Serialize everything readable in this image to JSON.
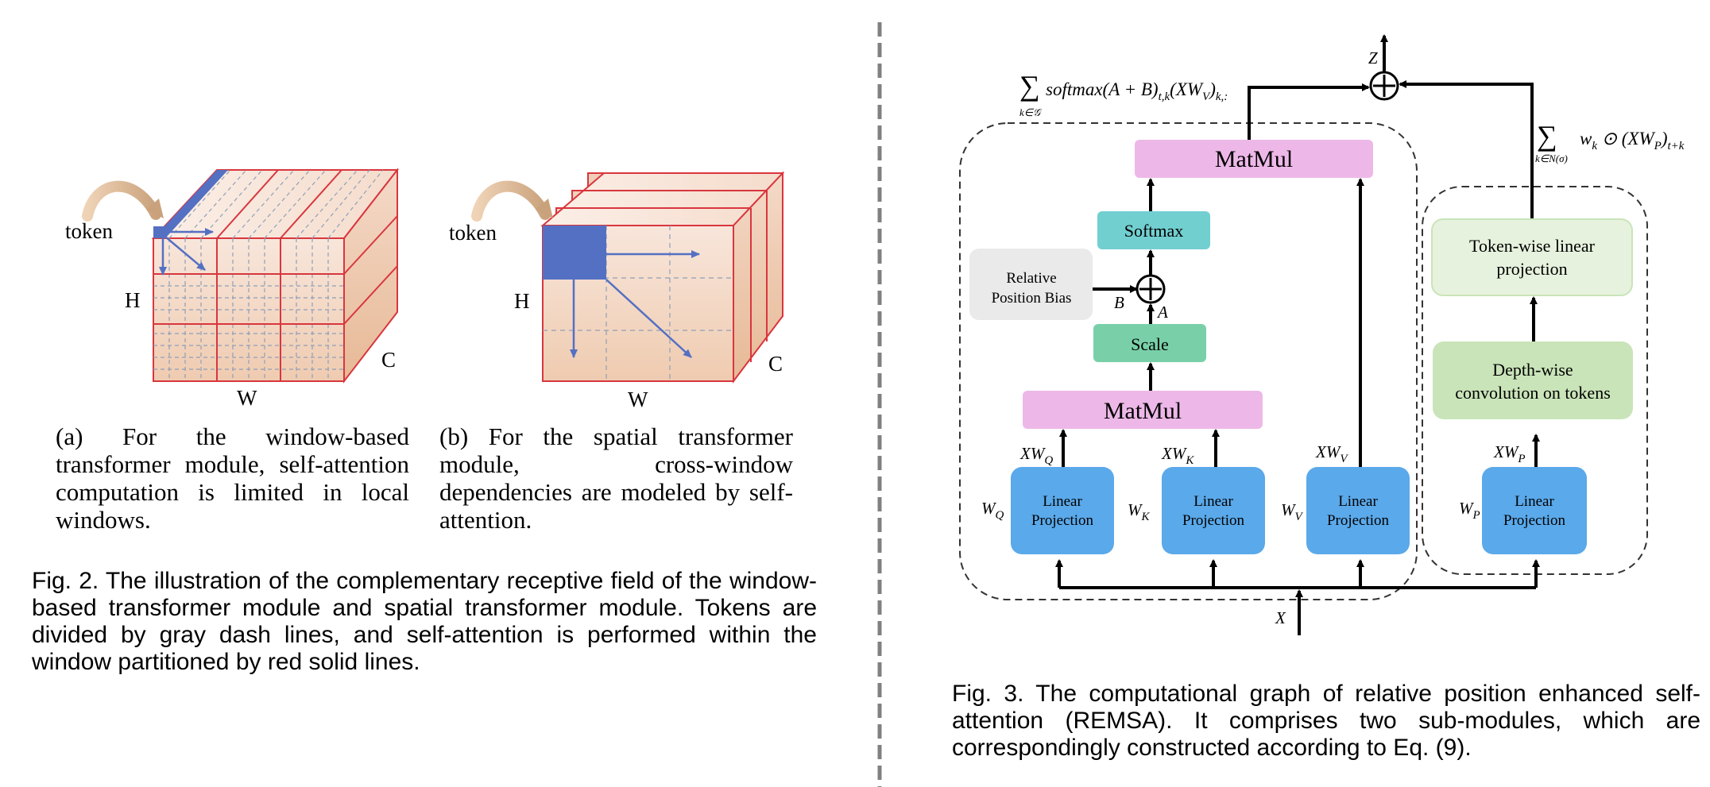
{
  "left_figure": {
    "cube_a": {
      "token_label": "token",
      "h_label": "H",
      "w_label": "W",
      "c_label": "C"
    },
    "cube_b": {
      "token_label": "token",
      "h_label": "H",
      "w_label": "W",
      "c_label": "C"
    },
    "subcaption_a": "(a) For the window-based transformer module, self-attention computation is limited in local windows.",
    "subcaption_b": "(b) For the spatial transformer module, cross-window dependencies are modeled by self-attention.",
    "caption": "Fig. 2. The illustration of the complementary receptive field of the window-based transformer module and spatial transformer module. Tokens are divided by gray dash lines, and self-attention is performed within the window partitioned by red solid lines."
  },
  "right_figure": {
    "nodes": {
      "matmul_top": "MatMul",
      "softmax": "Softmax",
      "relative_position_bias": [
        "Relative",
        "Position Bias"
      ],
      "scale": "Scale",
      "matmul_bottom": "MatMul",
      "linear_q": [
        "Linear",
        "Projection"
      ],
      "linear_k": [
        "Linear",
        "Projection"
      ],
      "linear_v": [
        "Linear",
        "Projection"
      ],
      "linear_p": [
        "Linear",
        "Projection"
      ],
      "token_wise": [
        "Token-wise linear",
        "projection"
      ],
      "depth_wise": [
        "Depth-wise",
        "convolution on tokens"
      ]
    },
    "labels": {
      "z": "Z",
      "x": "X",
      "b": "B",
      "a": "A",
      "xwq": "XW",
      "xwq_sub": "Q",
      "xwk": "XW",
      "xwk_sub": "K",
      "xwv": "XW",
      "xwv_sub": "V",
      "xwp": "XW",
      "xwp_sub": "P",
      "wq": "W",
      "wq_sub": "Q",
      "wk": "W",
      "wk_sub": "K",
      "wv": "W",
      "wv_sub": "V",
      "wp": "W",
      "wp_sub": "P"
    },
    "formula_left": {
      "sum": "∑",
      "sub": "k∈𝒢",
      "body": "softmax(A + B)",
      "body_sub": "t,k",
      "body2": "(XW",
      "body2_sub": "V",
      "body3": ")",
      "body3_sub": "k,:"
    },
    "formula_right": {
      "sum": "∑",
      "sub": "k∈N(σ)",
      "body": "w",
      "body_sub": "k",
      "body2": " ⊙ (XW",
      "body2_sub": "P",
      "body3": ")",
      "body3_sub": "t+k"
    },
    "caption": "Fig. 3. The computational graph of relative position enhanced self-attention (REMSA). It comprises two sub-modules, which are correspondingly constructed according to Eq. (9)."
  },
  "colors": {
    "matmul": "#edb8e8",
    "softmax": "#72cfd0",
    "scale": "#79d0a8",
    "linear": "#5aa9ea",
    "bias": "#eaeaea",
    "token_wise": "#e6f2dd",
    "depth_wise": "#c9e4b9",
    "cube_red": "#d9363e",
    "token_blue": "#5470c3"
  }
}
